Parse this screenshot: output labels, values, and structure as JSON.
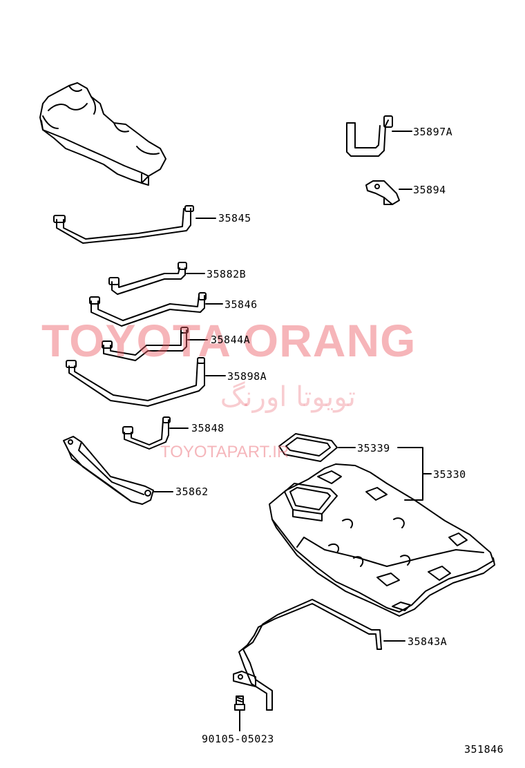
{
  "parts": {
    "p35897A": "35897A",
    "p35894": "35894",
    "p35845": "35845",
    "p35882B": "35882B",
    "p35846": "35846",
    "p35844A": "35844A",
    "p35898A": "35898A",
    "p35848": "35848",
    "p35339": "35339",
    "p35330": "35330",
    "p35862": "35862",
    "p35843A": "35843A",
    "p90105": "90105-05023"
  },
  "diagram_id": "351846",
  "watermark": {
    "line1": "TOYOTA ORANG",
    "line2": "تویوتا اورنگ",
    "line3": "TOYOTAPART.IR",
    "color": "#eb5a64"
  }
}
